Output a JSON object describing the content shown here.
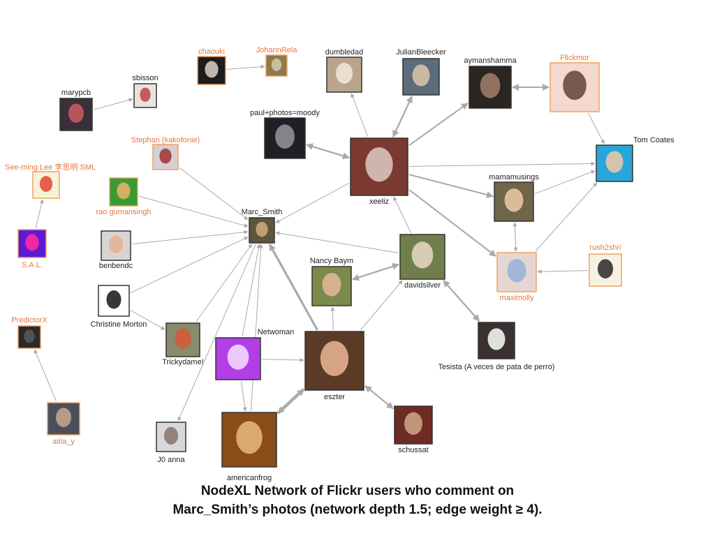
{
  "caption": {
    "line1": "NodeXL Network of Flickr users who comment on",
    "line2": "Marc_Smith’s photos (network depth 1.5; edge weight ≥ 4)."
  },
  "colors": {
    "label_default": "#222222",
    "label_highlight": "#e8763a",
    "edge": "#aaaaaa",
    "node_frame_default": "#333333",
    "node_frame_highlight": "#f0a060",
    "background": "#ffffff"
  },
  "nodes": [
    {
      "id": "marypcb",
      "label": "marypcb",
      "highlight": false
    },
    {
      "id": "sbisson",
      "label": "sbisson",
      "highlight": false
    },
    {
      "id": "chaouki",
      "label": "chaouki",
      "highlight": true
    },
    {
      "id": "johannrela",
      "label": "JohannRela",
      "highlight": true
    },
    {
      "id": "dumbledad",
      "label": "dumbledad",
      "highlight": false
    },
    {
      "id": "julianbleecker",
      "label": "JulianBleecker",
      "highlight": false
    },
    {
      "id": "aymanshamma",
      "label": "aymanshamma",
      "highlight": false
    },
    {
      "id": "flickmor",
      "label": "Flickmor",
      "highlight": true
    },
    {
      "id": "paulphotos",
      "label": "paul+photos=moody",
      "highlight": false
    },
    {
      "id": "xeeliz",
      "label": "xeeliz",
      "highlight": false
    },
    {
      "id": "tomcoates",
      "label": "Tom Coates",
      "highlight": false
    },
    {
      "id": "stephan",
      "label": "Stephan (kakofonie)",
      "highlight": true
    },
    {
      "id": "seeming",
      "label": "See-ming Lee 李思明 SML",
      "highlight": true
    },
    {
      "id": "rao",
      "label": "rao gumansingh",
      "highlight": true
    },
    {
      "id": "marcsmith",
      "label": "Marc_Smith",
      "highlight": false
    },
    {
      "id": "mamamusings",
      "label": "mamamusings",
      "highlight": false
    },
    {
      "id": "sal",
      "label": "S.A.L.",
      "highlight": true
    },
    {
      "id": "benbendc",
      "label": "benbendc",
      "highlight": false
    },
    {
      "id": "nancybaym",
      "label": "Nancy Baym",
      "highlight": false
    },
    {
      "id": "davidsilver",
      "label": "davidsilver",
      "highlight": false
    },
    {
      "id": "rush2shri",
      "label": "rush2shri",
      "highlight": true
    },
    {
      "id": "maximolly",
      "label": "maximolly",
      "highlight": true
    },
    {
      "id": "christine",
      "label": "Christine Morton",
      "highlight": false
    },
    {
      "id": "predictorx",
      "label": "PredictorX",
      "highlight": true
    },
    {
      "id": "trickydame",
      "label": "Trickydame!",
      "highlight": false
    },
    {
      "id": "netwoman",
      "label": "Netwoman",
      "highlight": false
    },
    {
      "id": "eszter",
      "label": "eszter",
      "highlight": false
    },
    {
      "id": "tesista",
      "label": "Tesista (A veces de pata de perro)",
      "highlight": false
    },
    {
      "id": "atila",
      "label": "atila_y",
      "highlight": true
    },
    {
      "id": "j0anna",
      "label": "J0 anna",
      "highlight": false
    },
    {
      "id": "americanfrog",
      "label": "americanfrog",
      "highlight": false
    },
    {
      "id": "schussat",
      "label": "schussat",
      "highlight": false
    }
  ],
  "edges": [
    {
      "from": "marypcb",
      "to": "sbisson",
      "weight": 1
    },
    {
      "from": "chaouki",
      "to": "johannrela",
      "weight": 1
    },
    {
      "from": "xeeliz",
      "to": "dumbledad",
      "weight": 1
    },
    {
      "from": "xeeliz",
      "to": "julianbleecker",
      "weight": 2
    },
    {
      "from": "julianbleecker",
      "to": "xeeliz",
      "weight": 2
    },
    {
      "from": "xeeliz",
      "to": "aymanshamma",
      "weight": 2
    },
    {
      "from": "aymanshamma",
      "to": "flickmor",
      "weight": 2
    },
    {
      "from": "flickmor",
      "to": "aymanshamma",
      "weight": 2
    },
    {
      "from": "flickmor",
      "to": "tomcoates",
      "weight": 1
    },
    {
      "from": "xeeliz",
      "to": "paulphotos",
      "weight": 2
    },
    {
      "from": "paulphotos",
      "to": "xeeliz",
      "weight": 2
    },
    {
      "from": "xeeliz",
      "to": "tomcoates",
      "weight": 1
    },
    {
      "from": "xeeliz",
      "to": "marcsmith",
      "weight": 1
    },
    {
      "from": "xeeliz",
      "to": "mamamusings",
      "weight": 2
    },
    {
      "from": "xeeliz",
      "to": "maximolly",
      "weight": 2
    },
    {
      "from": "mamamusings",
      "to": "tomcoates",
      "weight": 1
    },
    {
      "from": "mamamusings",
      "to": "maximolly",
      "weight": 1
    },
    {
      "from": "maximolly",
      "to": "mamamusings",
      "weight": 1
    },
    {
      "from": "maximolly",
      "to": "tomcoates",
      "weight": 1
    },
    {
      "from": "rush2shri",
      "to": "maximolly",
      "weight": 1
    },
    {
      "from": "stephan",
      "to": "marcsmith",
      "weight": 1
    },
    {
      "from": "rao",
      "to": "marcsmith",
      "weight": 1
    },
    {
      "from": "benbendc",
      "to": "marcsmith",
      "weight": 1
    },
    {
      "from": "christine",
      "to": "marcsmith",
      "weight": 1
    },
    {
      "from": "christine",
      "to": "trickydame",
      "weight": 1
    },
    {
      "from": "trickydame",
      "to": "marcsmith",
      "weight": 1
    },
    {
      "from": "netwoman",
      "to": "marcsmith",
      "weight": 1
    },
    {
      "from": "eszter",
      "to": "marcsmith",
      "weight": 3
    },
    {
      "from": "davidsilver",
      "to": "marcsmith",
      "weight": 1
    },
    {
      "from": "davidsilver",
      "to": "xeeliz",
      "weight": 1
    },
    {
      "from": "davidsilver",
      "to": "nancybaym",
      "weight": 2
    },
    {
      "from": "nancybaym",
      "to": "davidsilver",
      "weight": 2
    },
    {
      "from": "davidsilver",
      "to": "tesista",
      "weight": 2
    },
    {
      "from": "tesista",
      "to": "davidsilver",
      "weight": 2
    },
    {
      "from": "eszter",
      "to": "nancybaym",
      "weight": 1
    },
    {
      "from": "eszter",
      "to": "davidsilver",
      "weight": 1
    },
    {
      "from": "netwoman",
      "to": "eszter",
      "weight": 1
    },
    {
      "from": "netwoman",
      "to": "americanfrog",
      "weight": 1
    },
    {
      "from": "eszter",
      "to": "americanfrog",
      "weight": 4
    },
    {
      "from": "americanfrog",
      "to": "eszter",
      "weight": 4
    },
    {
      "from": "eszter",
      "to": "schussat",
      "weight": 2
    },
    {
      "from": "schussat",
      "to": "eszter",
      "weight": 2
    },
    {
      "from": "marcsmith",
      "to": "j0anna",
      "weight": 1
    },
    {
      "from": "americanfrog",
      "to": "marcsmith",
      "weight": 1
    },
    {
      "from": "sal",
      "to": "seeming",
      "weight": 1
    },
    {
      "from": "atila",
      "to": "predictorx",
      "weight": 1
    }
  ]
}
